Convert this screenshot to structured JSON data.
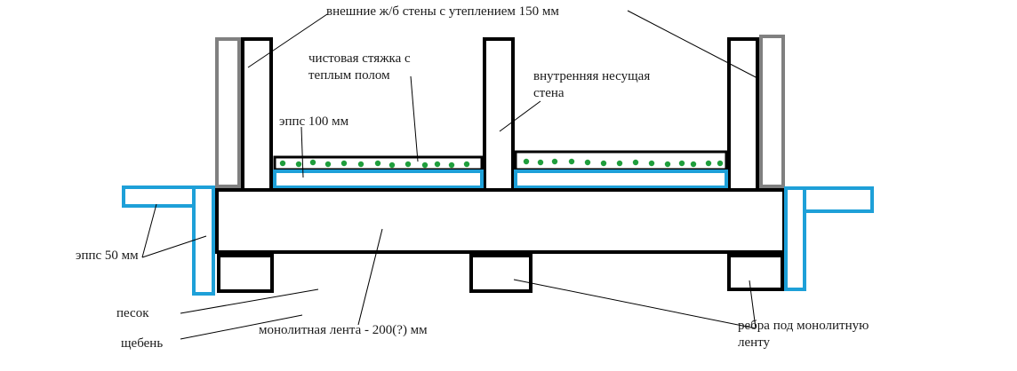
{
  "labels": {
    "outer_walls": "внешние ж/б стены с утеплением 150 мм",
    "screed_line1": "чистовая стяжка с",
    "screed_line2": "теплым полом",
    "inner_wall_line1": "внутренняя несущая",
    "inner_wall_line2": "стена",
    "epps_100": "эппс 100 мм",
    "epps_50": "эппс 50 мм",
    "sand": "песок",
    "gravel": "щебень",
    "strip": "монолитная лента - 200(?) мм",
    "ribs_line1": "ребра под монолитную",
    "ribs_line2": "ленту"
  },
  "colors": {
    "structure": "#000000",
    "insulation_blue": "#1ea0d8",
    "wall_insulation_gray": "#808080",
    "heating_dots": "#1f9e3c",
    "leader_line": "#000000"
  }
}
